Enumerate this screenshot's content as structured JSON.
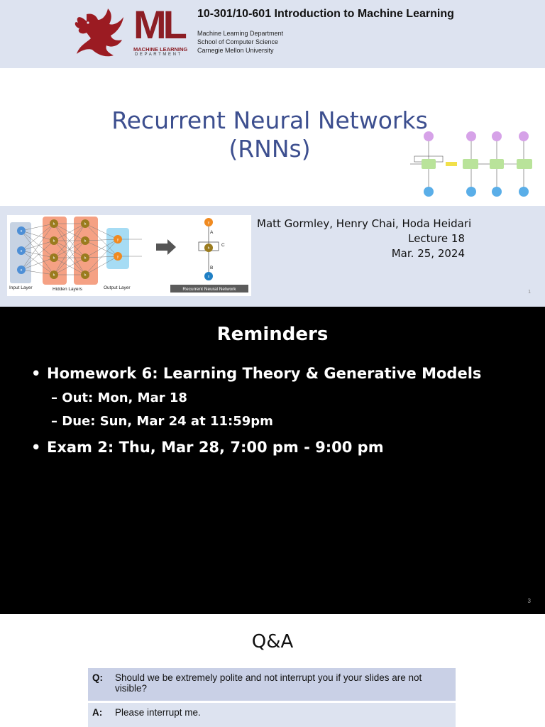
{
  "slide1": {
    "course_title": "10-301/10-601 Introduction to Machine Learning",
    "dept_lines": [
      "Machine Learning Department",
      "School of Computer Science",
      "Carnegie Mellon University"
    ],
    "ml_logo": {
      "letters": "ML",
      "line1": "MACHINE LEARNING",
      "line2": "DEPARTMENT"
    },
    "title_line1": "Recurrent Neural Networks",
    "title_line2": "(RNNs)",
    "authors": "Matt Gormley, Henry Chai, Hoda Heidari",
    "lecture": "Lecture 18",
    "date": "Mar. 25, 2024",
    "page_number": "1",
    "nn_figure": {
      "input_label": "Input Layer",
      "hidden_label": "Hidden Layers",
      "output_label": "Output Layer",
      "rnn_label": "Recurrent Neural Network",
      "x": "x",
      "h": "h",
      "y": "y",
      "A": "A",
      "B": "B",
      "C": "C"
    },
    "icons": [
      "dragon-logo-icon",
      "right-arrow-icon"
    ],
    "colors": {
      "banner": "#dde3f0",
      "title": "#3d4f8f",
      "logo_red": "#8c1d24"
    }
  },
  "slide2": {
    "title": "Reminders",
    "bullet_hw": "Homework 6: Learning Theory & Generative Models",
    "sub_out": "Out: Mon, Mar 18",
    "sub_due": "Due: Sun, Mar 24 at 11:59pm",
    "bullet_exam": "Exam 2: Thu, Mar 28, 7:00 pm - 9:00 pm",
    "bullet_char": "•",
    "dash_char": "–",
    "page_number": "3"
  },
  "slide3": {
    "title": "Q&A",
    "q_key": "Q:",
    "q_text": "Should we be extremely polite and not interrupt you if your slides are not visible?",
    "a_key": "A:",
    "a_text": "Please interrupt me."
  }
}
